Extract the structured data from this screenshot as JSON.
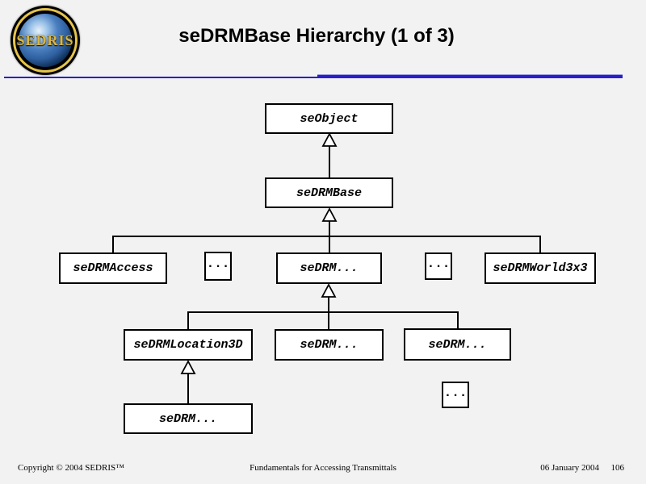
{
  "page": {
    "background": "#f2f2f2",
    "accent_blue": "#2a1ec8",
    "logo_gold": "#d8b545"
  },
  "header": {
    "logo_text": "SEDRIS",
    "title": "seDRMBase Hierarchy (1 of 3)"
  },
  "diagram": {
    "nodes": [
      {
        "id": "seObject",
        "label": "seObject"
      },
      {
        "id": "seDRMBase",
        "label": "seDRMBase"
      },
      {
        "id": "seDRMAccess",
        "label": "seDRMAccess"
      },
      {
        "id": "ellipsis-1",
        "label": "..."
      },
      {
        "id": "seDRM-mid",
        "label": "seDRM..."
      },
      {
        "id": "ellipsis-2",
        "label": "..."
      },
      {
        "id": "seDRMWorld3x3",
        "label": "seDRMWorld3x3"
      },
      {
        "id": "seDRMLocation3D",
        "label": "seDRMLocation3D"
      },
      {
        "id": "seDRM-child-1",
        "label": "seDRM..."
      },
      {
        "id": "seDRM-child-2",
        "label": "seDRM..."
      },
      {
        "id": "seDRM-grandchild",
        "label": "seDRM..."
      },
      {
        "id": "ellipsis-3",
        "label": "..."
      }
    ]
  },
  "footer": {
    "copyright": "Copyright © 2004 SEDRIS™",
    "center_text": "Fundamentals for Accessing Transmittals",
    "date": "06 January 2004",
    "page_number": "106"
  }
}
